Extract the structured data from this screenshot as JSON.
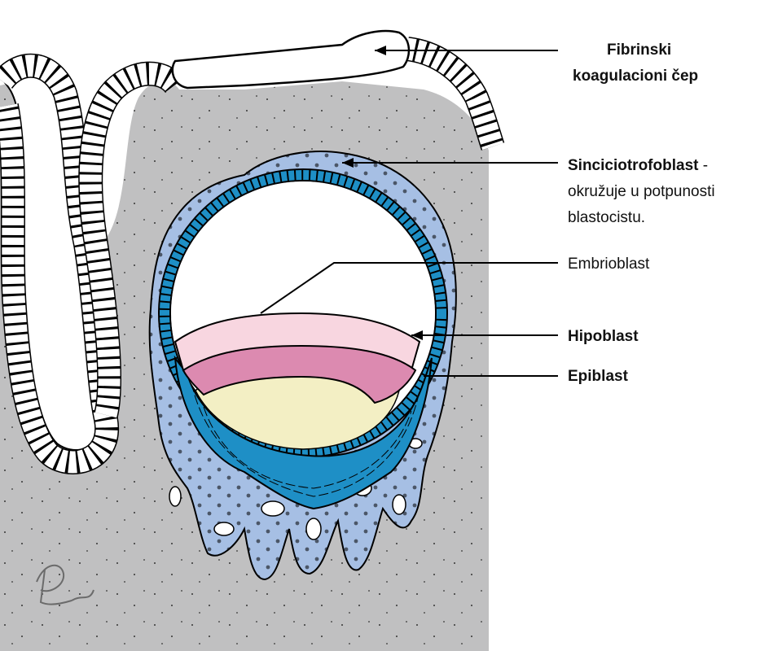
{
  "labels": {
    "fibrin_1": "Fibrinski",
    "fibrin_2": "koagulacioni čep",
    "sincicio_title": "Sinciciotrofoblast",
    "sincicio_dash": " -",
    "sincicio_2": "okružuje u potpunosti",
    "sincicio_3": "blastocistu.",
    "embrioblast": "Embrioblast",
    "hipoblast": "Hipoblast",
    "epiblast": "Epiblast"
  },
  "signature": "DR",
  "colors": {
    "endometrium": "#c0c0c1",
    "syncytio": "#a6bfe4",
    "cyto": "#1e8fc6",
    "hipoblast": "#f8d6e0",
    "epiblast": "#dc8ab0",
    "cavity": "#f3efc4",
    "gland_cell": "#ffffff",
    "outline": "#000000"
  }
}
